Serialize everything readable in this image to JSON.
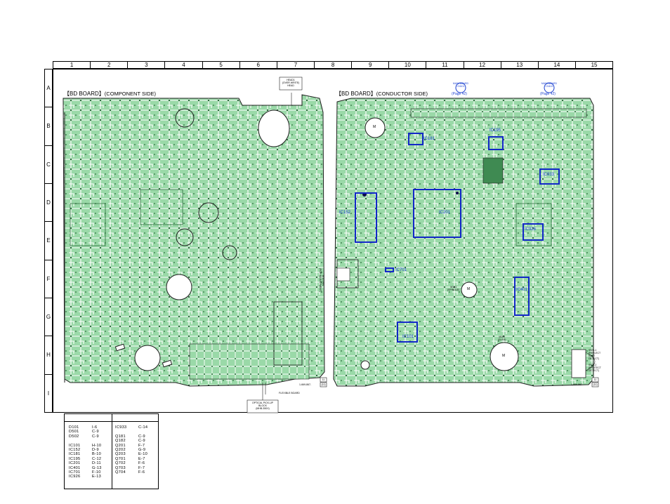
{
  "grid": {
    "columns": [
      "1",
      "2",
      "3",
      "4",
      "5",
      "6",
      "7",
      "8",
      "9",
      "10",
      "11",
      "12",
      "13",
      "14",
      "15"
    ],
    "rows": [
      "A",
      "B",
      "C",
      "D",
      "E",
      "F",
      "G",
      "H",
      "I"
    ]
  },
  "boards": {
    "component": {
      "title": "【BD BOARD】",
      "subtitle": "(COMPONENT SIDE)"
    },
    "conductor": {
      "title": "【BD BOARD】",
      "subtitle": "(CONDUCTOR SIDE)"
    }
  },
  "callouts": {
    "head_top": "HEAD1",
    "head_mid": "(OVER WRITE)",
    "head_bottom": "HEAD",
    "main_board_1": "MAIN BOARD",
    "main_board_1_cn": "CN101",
    "main_board_1_page": "(Page 42)",
    "main_board_2": "MAIN BOARD",
    "main_board_2_cn": "CN102",
    "main_board_2_page": "(Page 42)",
    "optical_1": "OPTICAL PICK-UP",
    "optical_2": "BLOCK",
    "optical_3": "(MHB-350X)",
    "flexible_board": "FLEXIBLE BOARD",
    "test_pin": "TEST PIN",
    "pin_adjustment": "(FOR ADJUSTMENT)",
    "board_no_left": "1-669-867-",
    "board_no_right": "1-669-867-",
    "tab_left_1": "11",
    "tab_left_2": "(11)",
    "tab_right_1": "11",
    "tab_right_2": "(11)",
    "switch_1": "S920-1",
    "switch_1_desc": "(REFLECT",
    "switch_1_desc2": "RATE",
    "switch_1_desc3": "DETECT)",
    "switch_2": "S920-2",
    "switch_2_desc": "(PROTECT",
    "switch_2_desc2": "DETECT)",
    "motor_1": "M",
    "motor_2": "M",
    "motor_3": "M",
    "motor_2_label": "M101",
    "motor_2_sub": "(SPINDLE)",
    "motor_3_label": "M102",
    "motor_3_sub": "(SLED)"
  },
  "ics": [
    {
      "name": "IC152"
    },
    {
      "name": "IC181"
    },
    {
      "name": "IC195"
    },
    {
      "name": "IC201"
    },
    {
      "name": "IC933"
    },
    {
      "name": "IC926"
    },
    {
      "name": "IC701"
    },
    {
      "name": "IC401"
    },
    {
      "name": "IC101"
    }
  ],
  "legend": {
    "left": [
      [
        "D101",
        "I-6"
      ],
      [
        "D501",
        "C-9"
      ],
      [
        "D502",
        "C-9"
      ],
      null,
      [
        "IC101",
        "H-10"
      ],
      [
        "IC152",
        "D-9"
      ],
      [
        "IC181",
        "B-10"
      ],
      [
        "IC195",
        "C-12"
      ],
      [
        "IC201",
        "D-11"
      ],
      [
        "IC401",
        "G-13"
      ],
      [
        "IC701",
        "F-10"
      ],
      [
        "IC926",
        "E-13"
      ]
    ],
    "right": [
      [
        "IC933",
        "C-14"
      ],
      null,
      [
        "Q181",
        "C-9"
      ],
      [
        "Q182",
        "C-9"
      ],
      [
        "Q201",
        "F-7"
      ],
      [
        "Q202",
        "G-9"
      ],
      [
        "Q203",
        "E-10"
      ],
      [
        "Q701",
        "E-7"
      ],
      [
        "Q702",
        "F-6"
      ],
      [
        "Q703",
        "F-7"
      ],
      [
        "Q704",
        "F-6"
      ]
    ]
  },
  "colors": {
    "board_fill": "#9ad9a8",
    "trace": "#ffffff",
    "outline": "#1e1e1e",
    "ic_highlight": "#1228c8",
    "label_blue": "#1a3fd0"
  }
}
